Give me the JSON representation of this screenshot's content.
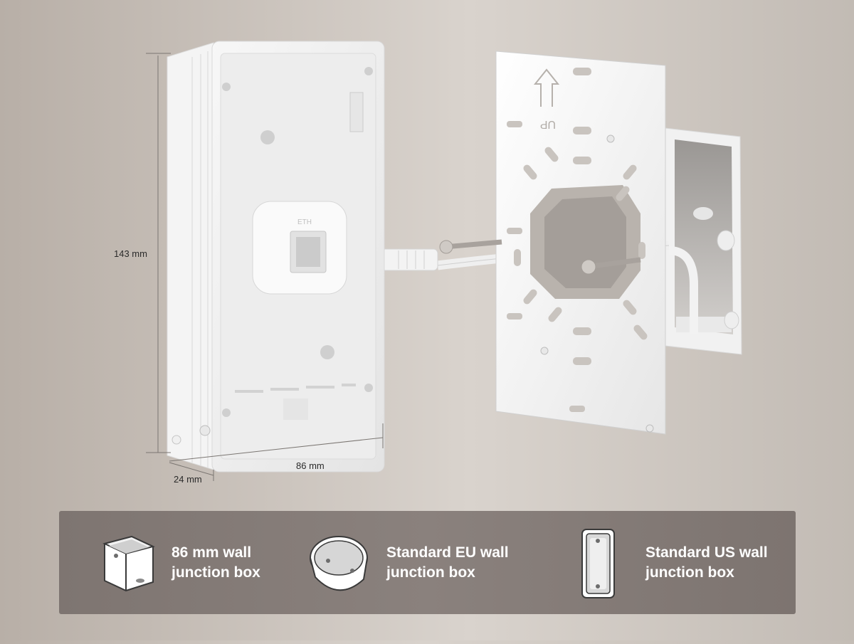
{
  "dimensions": {
    "height": "143 mm",
    "width": "86 mm",
    "depth": "24 mm"
  },
  "junction_boxes": [
    {
      "icon": "square-box-icon",
      "label_line1": "86 mm wall",
      "label_line2": "junction box"
    },
    {
      "icon": "round-box-icon",
      "label_line1": "Standard EU wall",
      "label_line2": "junction box"
    },
    {
      "icon": "rectangular-box-icon",
      "label_line1": "Standard US wall",
      "label_line2": "junction box"
    }
  ],
  "plate_marking": "UP",
  "port_label": "ETH",
  "colors": {
    "panel": "#857c78",
    "device": "#f3f3f3",
    "background": "#cfc8c1"
  }
}
